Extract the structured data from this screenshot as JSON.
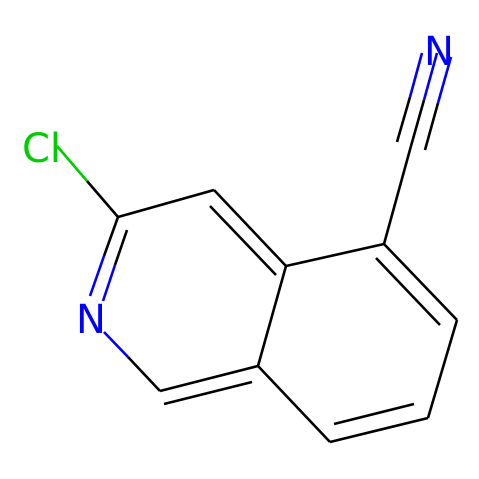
{
  "molecule": {
    "atoms": {
      "chlorine": {
        "label": "Cl",
        "color": "#00cc00"
      },
      "ring_nitrogen": {
        "label": "N",
        "color": "#0000ff"
      },
      "nitrile_nitrogen": {
        "label": "N",
        "color": "#0000ff"
      }
    },
    "bond_color": "#000000"
  }
}
